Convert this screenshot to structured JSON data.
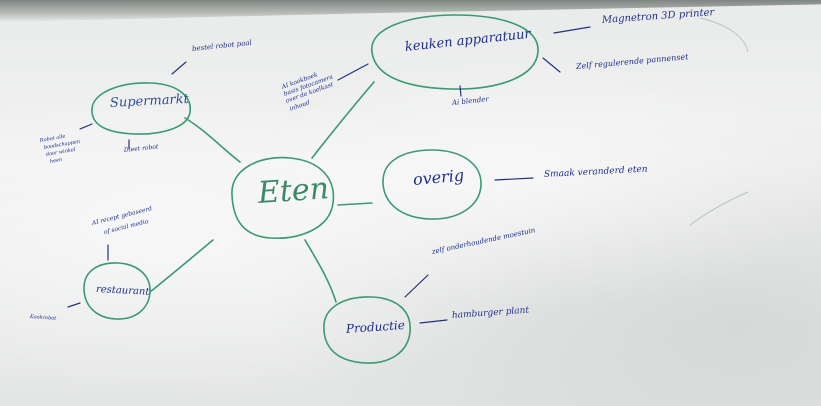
{
  "nodes": {
    "center": "Eten",
    "supermarkt": "Supermarkt",
    "keuken": "keuken apparatuur",
    "overig": "overig",
    "restaurant": "restaurant",
    "productie": "Productie"
  },
  "notes": {
    "bestel_robot": "bestel robot paal",
    "ai_kookboek": "AI kookboek",
    "ai_kookboek_2": "basis fotocamera",
    "ai_kookboek_3": "over de koelkast",
    "ai_kookboek_4": "inhoud",
    "robot_alle": "Robot alle",
    "robot_alle_2": "boodschappen",
    "robot_alle_3": "door winkel",
    "robot_alle_4": "heen",
    "dieet_robot": "Dieet robot",
    "magnetron": "Magnetron 3D printer",
    "zelf_pannenset": "Zelf regulerende pannenset",
    "ai_blender": "Ai blender",
    "smaak": "Smaak veranderd eten",
    "ai_recept": "AI recept gebaseerd",
    "ai_recept_2": "of social media",
    "kookrobot": "Kookrobot",
    "moestuin": "zelf onderhoudende moestuin",
    "hamburger": "hamburger plant"
  },
  "colors": {
    "marker_blue": "#1f2f8f",
    "marker_green": "#3a8a6a"
  }
}
